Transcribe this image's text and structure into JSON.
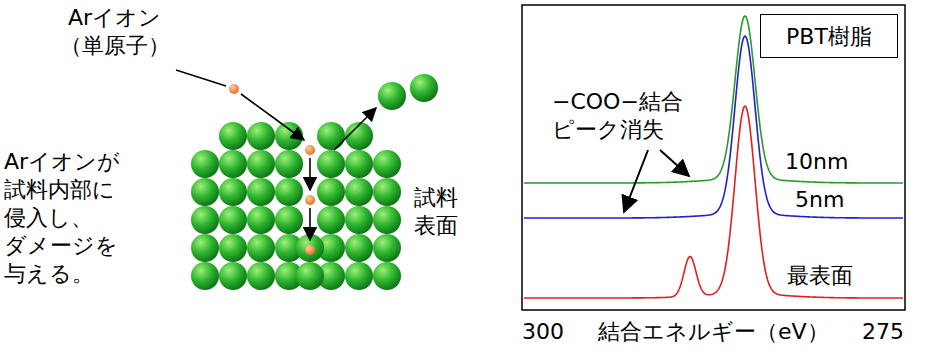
{
  "diagram": {
    "nodes": [
      {
        "text": [
          "PBT樹脂"
        ]
      }
    ],
    "labels": [
      "Arイオン （単原子）",
      "Arイオンが 試料内部に 侵入し、 ダメージを 与える。",
      "試料 表面",
      "−COO−結合 ピーク消失",
      "10nm",
      "5nm",
      "最表面",
      "300",
      "結合エネルギー（eV）",
      "275"
    ]
  }
}
